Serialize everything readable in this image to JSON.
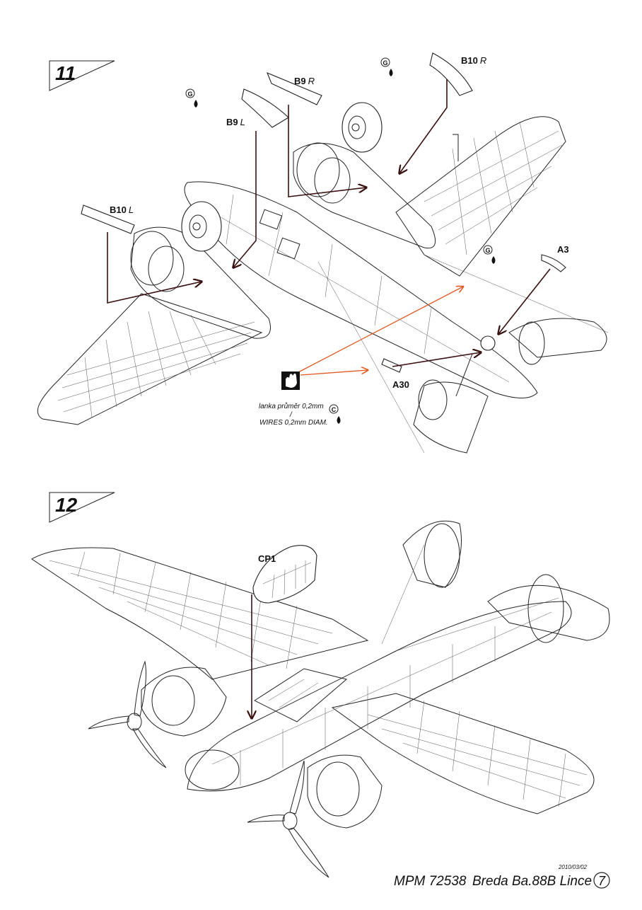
{
  "steps": [
    {
      "number": "11",
      "callouts": [
        {
          "part": "B10",
          "side": "R"
        },
        {
          "part": "B9",
          "side": "R"
        },
        {
          "part": "B9",
          "side": "L"
        },
        {
          "part": "B10",
          "side": "L"
        },
        {
          "part": "A3",
          "side": ""
        },
        {
          "part": "A30",
          "side": ""
        }
      ],
      "glue_markers": [
        "G",
        "G",
        "G"
      ],
      "paint_marker": "C",
      "wire_note_cz": "lanka průměr 0,2mm",
      "wire_note_sep": "/",
      "wire_note_en": "WIRES 0,2mm DIAM."
    },
    {
      "number": "12",
      "callouts": [
        {
          "part": "CP1",
          "side": ""
        }
      ]
    }
  ],
  "footer": {
    "date": "2010/03/02",
    "kit": "MPM 72538",
    "model": "Breda Ba.88B Lince",
    "page": "7"
  },
  "colors": {
    "line": "#222222",
    "leader": "#3a1010",
    "wire_arrow": "#e2561f"
  },
  "icons": [
    "glue-drop-icon",
    "paint-drop-icon",
    "wire-hand-icon"
  ]
}
